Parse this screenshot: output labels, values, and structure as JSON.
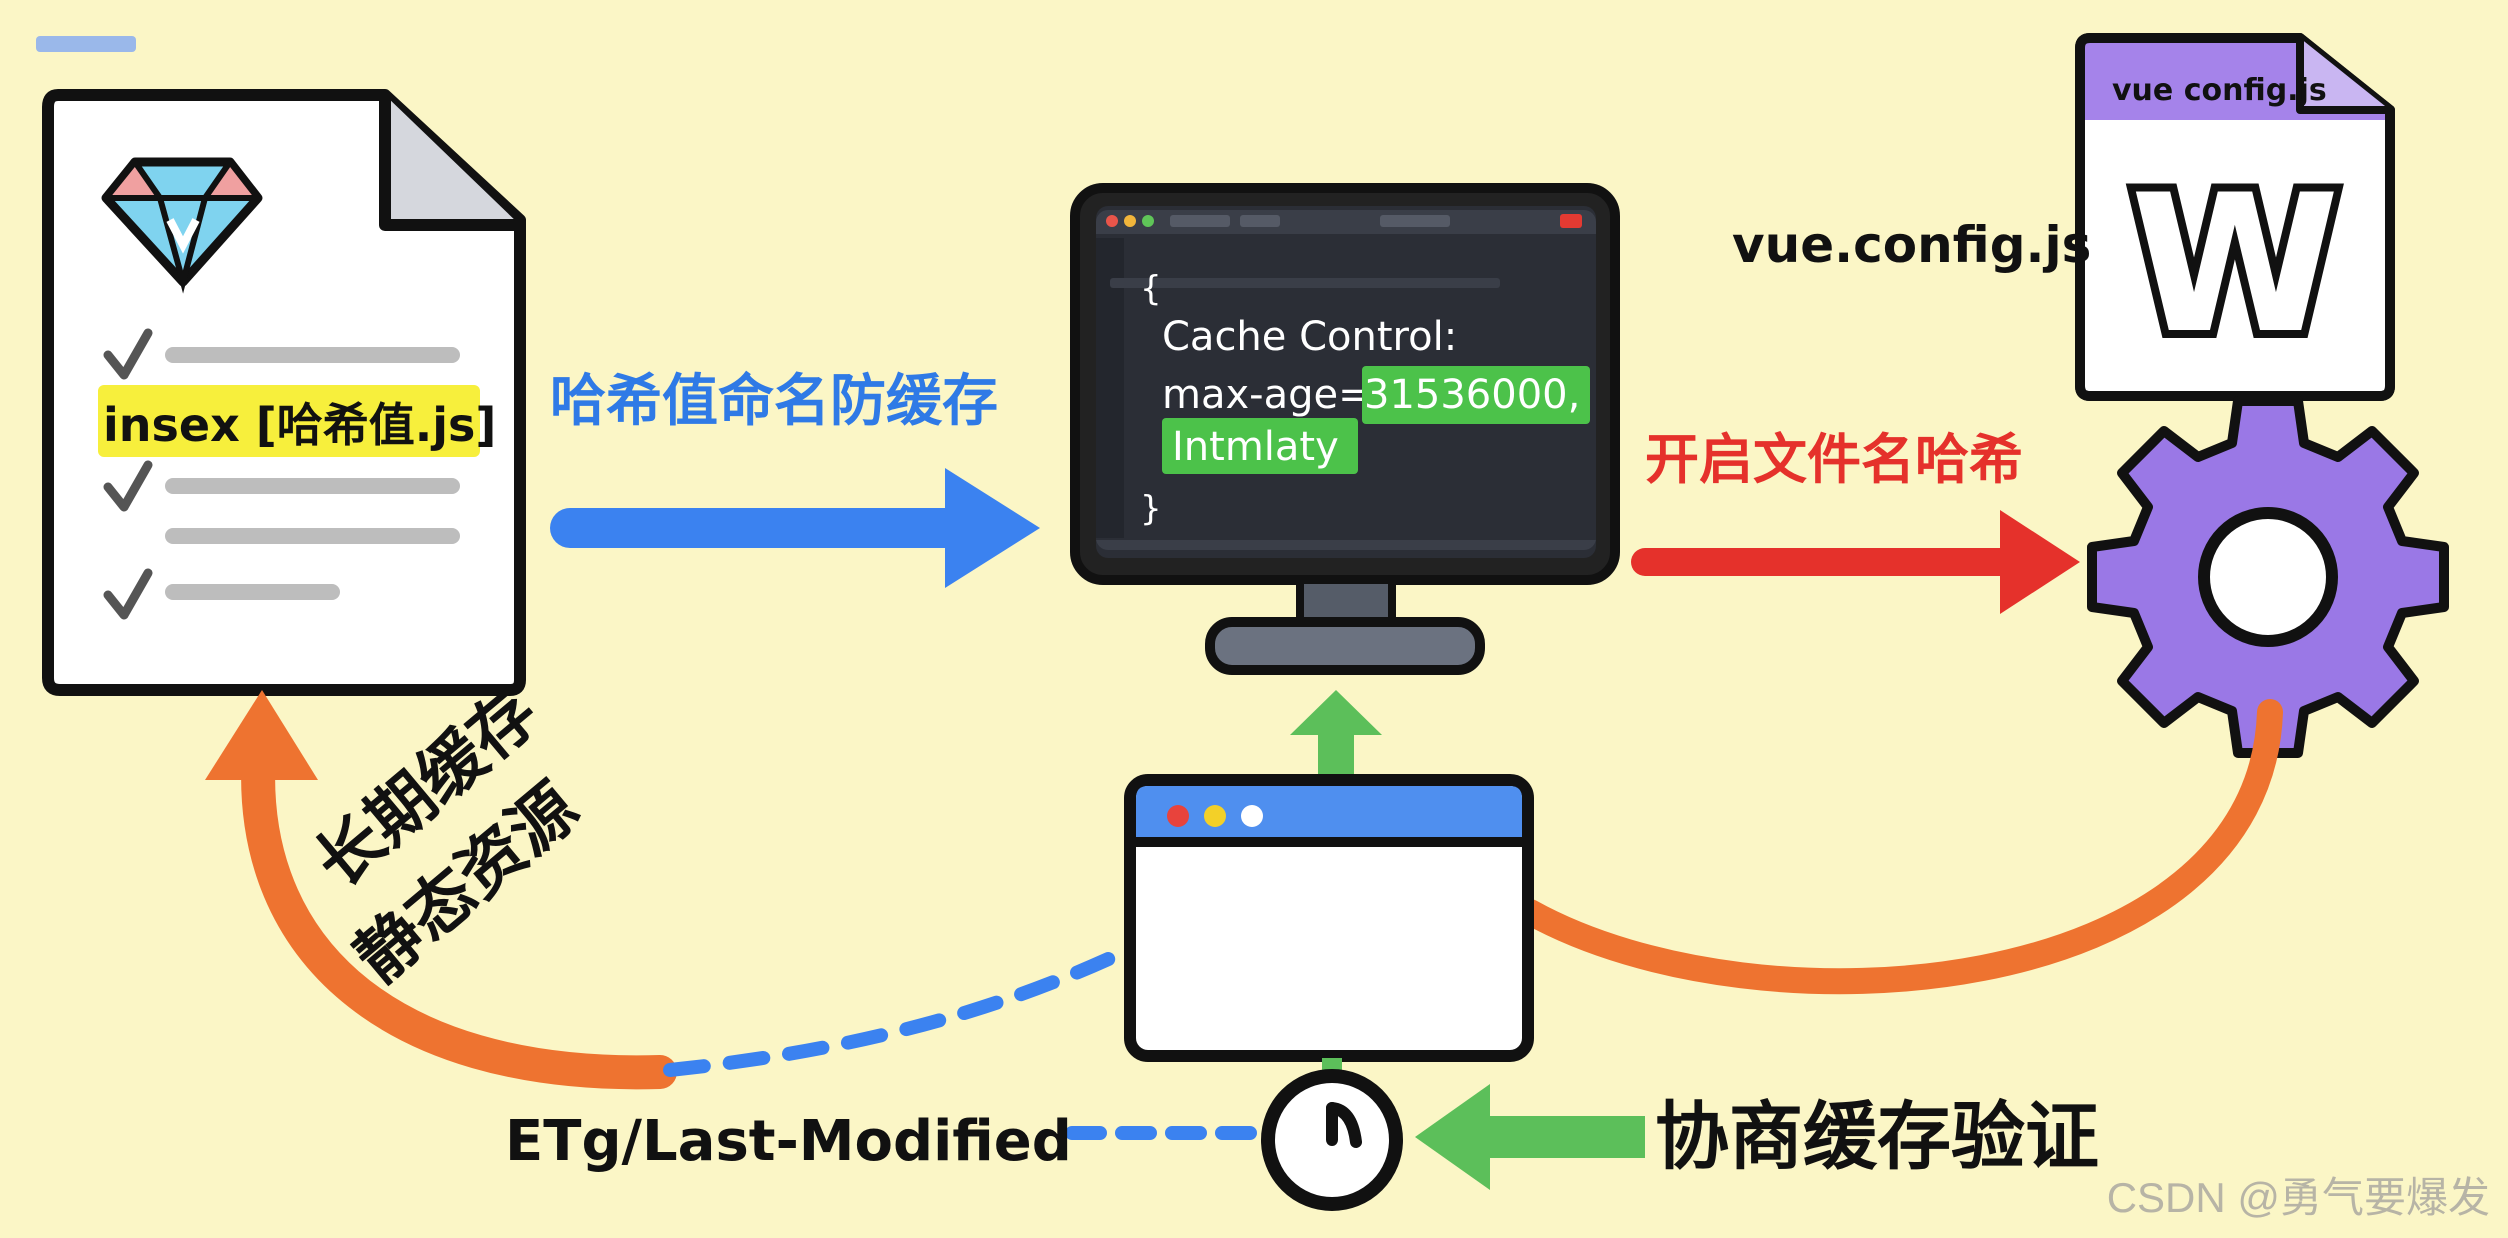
{
  "diagram": {
    "doc_highlight_label": "insex [哈希值.js]",
    "arrow_hash_naming_label": "哈希值命名防缓存",
    "monitor_code": {
      "brace_open": "{",
      "line1": "Cache Control:",
      "line2_prefix": "max-age=",
      "line2_value": "31536000,",
      "line3": "Intmlaty",
      "brace_close": "}"
    },
    "config_file_tab_label": "vue config.js",
    "config_file_label": "vue.config.js",
    "config_file_icon_letter": "W",
    "arrow_enable_hash_label": "开启文件名哈希",
    "long_cache_line1": "长期缓存",
    "long_cache_line2": "静态资源",
    "etag_label": "ETg/Last-Modified",
    "negotiation_cache_label": "协商缓存验证",
    "watermark": "CSDN @勇气要爆发"
  },
  "colors": {
    "background": "#fbf6c6",
    "blue_accent": "#3b82f0",
    "red_accent": "#e5312b",
    "orange_accent": "#ee7330",
    "green_accent": "#5cbf5a",
    "purple_accent": "#9a78e6",
    "highlight_yellow": "#f7ef3c",
    "code_green": "#4cc24a"
  },
  "icons": [
    "diamond-icon",
    "checkmark-icon",
    "gear-icon",
    "clock-icon",
    "file-icon",
    "monitor-icon",
    "browser-window-icon"
  ]
}
